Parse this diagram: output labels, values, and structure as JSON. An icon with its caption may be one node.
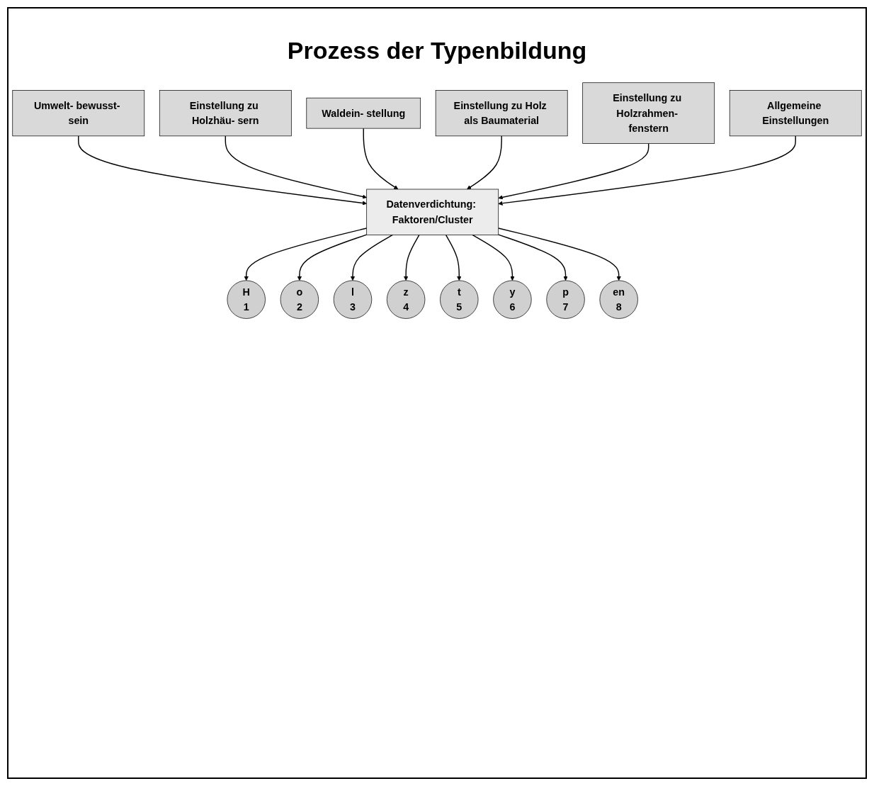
{
  "diagram": {
    "title": "Prozess der Typenbildung",
    "nodes": [
      {
        "text": [
          "Umwelt- bewusst- sein"
        ]
      },
      {
        "text": [
          "Waldein- stellung"
        ]
      },
      {
        "text": [
          "Einstellung zu Holz als Baumaterial"
        ]
      },
      {
        "text": [
          "Allgemeine Einstellungen"
        ]
      },
      {
        "text": [
          "Einstellung zu Holzhäu- sern"
        ]
      },
      {
        "text": [
          "Einstellung zu Holzrahmen- fenstern"
        ]
      },
      {
        "text": [
          "Datenverdichtung: Faktoren/Cluster"
        ]
      },
      {
        "text": [
          "H",
          "1"
        ]
      },
      {
        "text": [
          "o",
          "2"
        ]
      },
      {
        "text": [
          "l",
          "3"
        ]
      },
      {
        "text": [
          "z",
          "4"
        ]
      },
      {
        "text": [
          "t",
          "5"
        ]
      },
      {
        "text": [
          "y",
          "6"
        ]
      },
      {
        "text": [
          "p",
          "7"
        ]
      },
      {
        "text": [
          "en",
          "8"
        ]
      }
    ],
    "edges": [
      {
        "from": 0,
        "to": 6,
        "arrow": "to"
      },
      {
        "from": 4,
        "to": 6,
        "arrow": "to"
      },
      {
        "from": 1,
        "to": 6,
        "arrow": "to"
      },
      {
        "from": 2,
        "to": 6,
        "arrow": "to"
      },
      {
        "from": 5,
        "to": 6,
        "arrow": "to"
      },
      {
        "from": 3,
        "to": 6,
        "arrow": "to"
      },
      {
        "from": 6,
        "to": 7,
        "arrow": "to"
      },
      {
        "from": 6,
        "to": 8,
        "arrow": "to"
      },
      {
        "from": 6,
        "to": 9,
        "arrow": "to"
      },
      {
        "from": 6,
        "to": 10,
        "arrow": "to"
      },
      {
        "from": 6,
        "to": 11,
        "arrow": "to"
      },
      {
        "from": 6,
        "to": 12,
        "arrow": "to"
      },
      {
        "from": 6,
        "to": 13,
        "arrow": "to"
      },
      {
        "from": 6,
        "to": 14,
        "arrow": "to"
      }
    ]
  }
}
